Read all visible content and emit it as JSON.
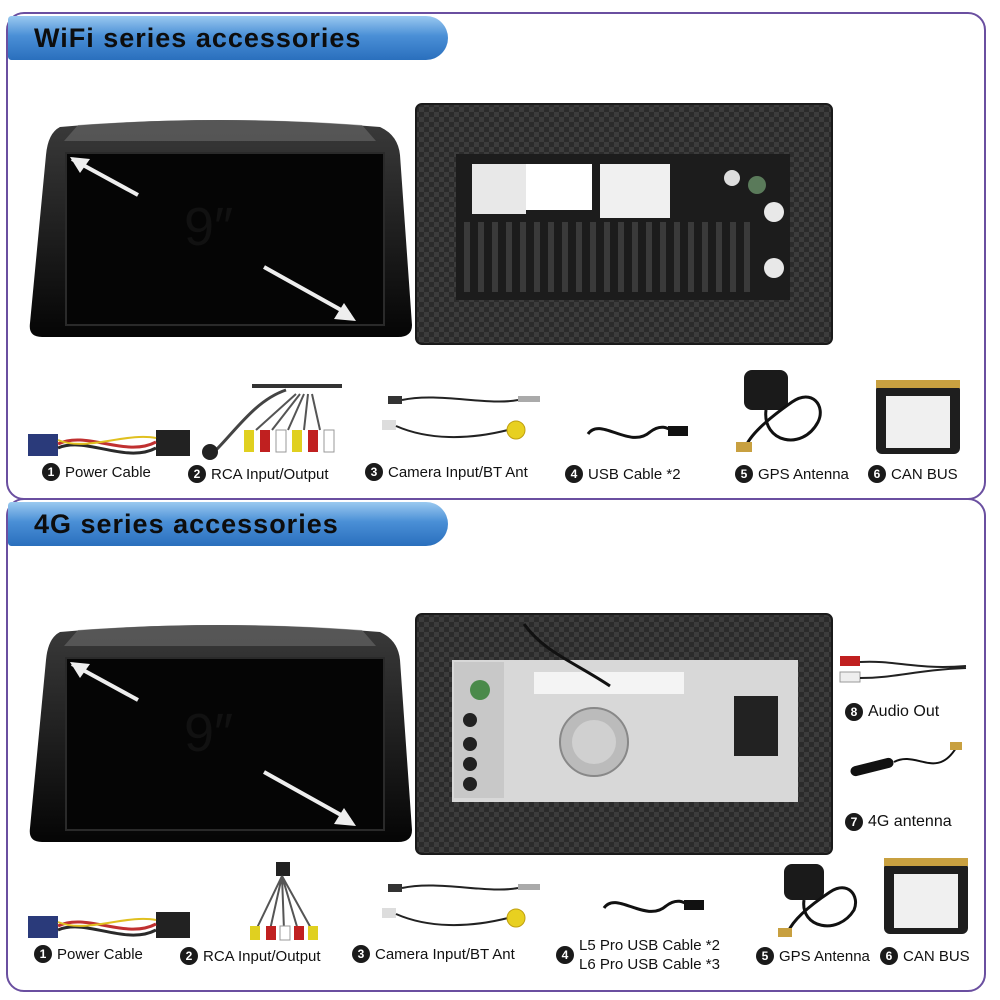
{
  "wifi": {
    "title": "WiFi series accessories",
    "screen_size": "9″",
    "accessories": [
      {
        "num": "1",
        "label": "Power Cable"
      },
      {
        "num": "2",
        "label": "RCA Input/Output"
      },
      {
        "num": "3",
        "label": "Camera Input/BT Ant"
      },
      {
        "num": "4",
        "label": "USB Cable *2"
      },
      {
        "num": "5",
        "label": "GPS Antenna"
      },
      {
        "num": "6",
        "label": "CAN BUS"
      }
    ]
  },
  "g4": {
    "title": "4G series accessories",
    "screen_size": "9″",
    "accessories": [
      {
        "num": "1",
        "label": "Power Cable"
      },
      {
        "num": "2",
        "label": "RCA Input/Output"
      },
      {
        "num": "3",
        "label": "Camera Input/BT Ant"
      },
      {
        "num": "4",
        "label": "L5 Pro USB Cable *2",
        "label2": "L6 Pro USB Cable *3"
      },
      {
        "num": "5",
        "label": "GPS Antenna"
      },
      {
        "num": "6",
        "label": "CAN BUS"
      },
      {
        "num": "7",
        "label": "4G antenna"
      },
      {
        "num": "8",
        "label": "Audio Out"
      }
    ]
  }
}
